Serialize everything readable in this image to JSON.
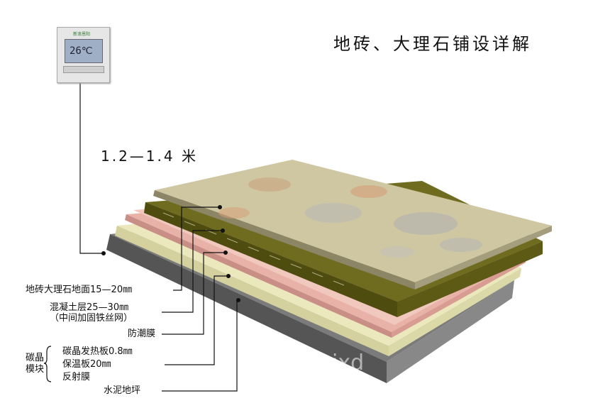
{
  "title": "地砖、大理石铺设详解",
  "height_label": "1.2—1.4 米",
  "thermostat": {
    "brand": "新浪恩阳",
    "display": "26℃"
  },
  "layers": [
    {
      "name": "地砖大理石地面15—20㎜",
      "color": "#c9c29c"
    },
    {
      "name": "混凝土层25—30㎜",
      "note": "（中间加固铁丝网）",
      "color": "#6e6a1e"
    },
    {
      "name": "防潮膜",
      "color": "#e8b6aa"
    },
    {
      "name": "碳晶发热板0.8㎜",
      "color": "#e6a8a0"
    },
    {
      "name": "保温板20㎜",
      "color": "#e9e6b8"
    },
    {
      "name": "反射膜",
      "color": "#d7d4c4"
    },
    {
      "name": "水泥地坪",
      "color": "#6f6f6f"
    }
  ],
  "module_label": "碳晶模块",
  "watermark": "ixd"
}
